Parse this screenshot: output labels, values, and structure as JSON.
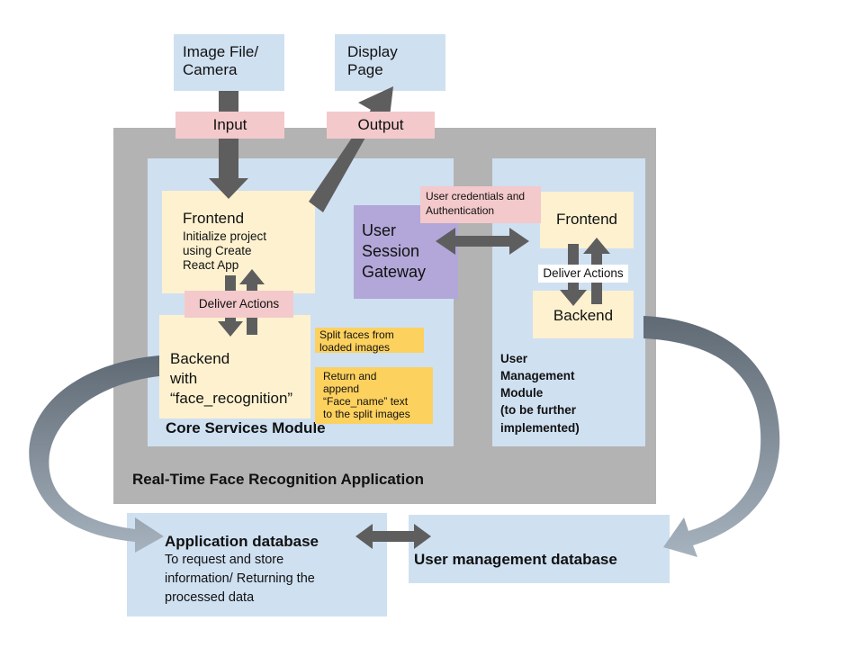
{
  "source": {
    "label": "Image File/\nCamera"
  },
  "display": {
    "label": "Display\nPage"
  },
  "input_tag": "Input",
  "output_tag": "Output",
  "app": {
    "title": "Real-Time Face Recognition Application"
  },
  "core": {
    "title": "Core Services Module",
    "frontend_title": "Frontend",
    "frontend_desc": "Initialize project\nusing Create\nReact App",
    "deliver": "Deliver Actions",
    "backend": "Backend\nwith\n“face_recognition”",
    "note_split": "Split faces from\nloaded images",
    "note_return": "Return and\nappend\n“Face_name” text\nto the split images"
  },
  "gateway": {
    "label": "User\nSession\nGateway",
    "auth": "User credentials and\nAuthentication"
  },
  "user_module": {
    "frontend": "Frontend",
    "deliver": "Deliver Actions",
    "backend": "Backend",
    "title": "User\nManagement\nModule\n(to be further\nimplemented)"
  },
  "app_db": {
    "title": "Application database",
    "desc": "To request and store\ninformation/ Returning the\nprocessed data"
  },
  "user_db": {
    "title": "User management database"
  },
  "colors": {
    "box_blue": "#cfe0f1",
    "container_gray": "#b3b3b3",
    "frontend_yellow": "#fdf1cf",
    "tag_pink": "#f3c9cb",
    "note_gold": "#fdd15e",
    "gateway_purple": "#b2a7d8",
    "arrow_gray": "#5e5e5e"
  }
}
